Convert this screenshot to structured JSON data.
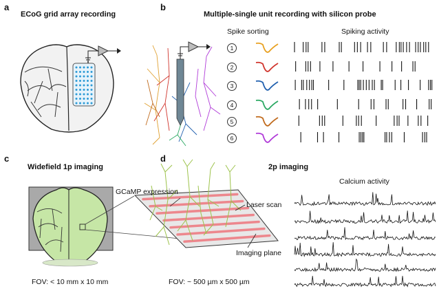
{
  "panel_a": {
    "letter": "a",
    "title": "ECoG grid array recording"
  },
  "panel_b": {
    "letter": "b",
    "title": "Multiple-single unit recording with silicon probe",
    "spike_sorting_label": "Spike sorting",
    "spiking_activity_label": "Spiking activity",
    "unit_numbers": [
      "1",
      "2",
      "3",
      "4",
      "5",
      "6"
    ],
    "unit_colors": [
      "#e8a020",
      "#d0342c",
      "#1f5fae",
      "#2aa862",
      "#c06a1c",
      "#b03ad8"
    ]
  },
  "panel_c": {
    "letter": "c",
    "title": "Widefield 1p imaging",
    "fov": "FOV: < 10 mm x 10 mm"
  },
  "panel_d": {
    "letter": "d",
    "title": "2p imaging",
    "gcamp_label": "GCaMP expression",
    "laser_label": "Laser scan",
    "imaging_plane_label": "Imaging plane",
    "calcium_label": "Calcium activity",
    "fov": "FOV: ~ 500 µm x 500 µm"
  },
  "colors": {
    "brain_green": "#c6e6a6",
    "dots_blue": "#2e9bd6",
    "scan_red": "#ef6f77",
    "neuron_green": "#9cc24a"
  }
}
